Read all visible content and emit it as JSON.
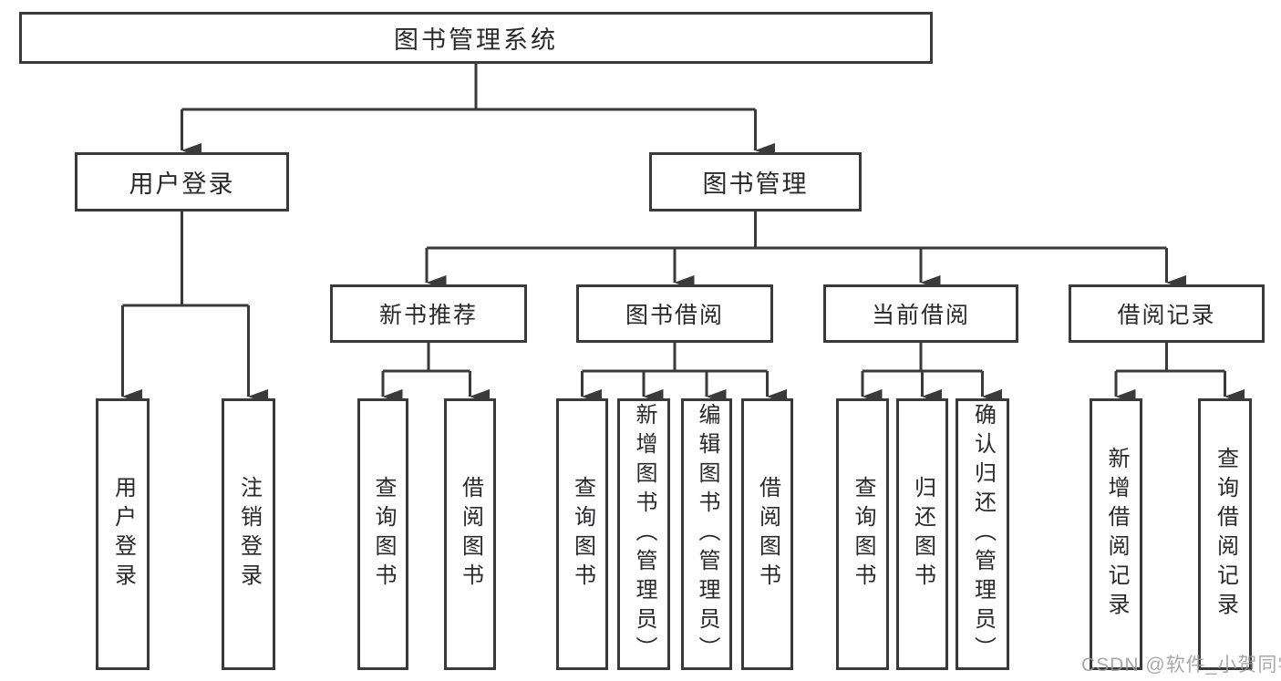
{
  "diagram": {
    "root": "图书管理系统",
    "level2": {
      "user_login": "用户登录",
      "book_management": "图书管理"
    },
    "level3": {
      "new_book_recommend": "新书推荐",
      "book_borrow": "图书借阅",
      "current_borrow": "当前借阅",
      "borrow_record": "借阅记录"
    },
    "leaves": {
      "user_login_children": [
        "用户登录",
        "注销登录"
      ],
      "new_book_children": [
        "查询图书",
        "借阅图书"
      ],
      "book_borrow_children": [
        "查询图书",
        "新增图书（管理员）",
        "编辑图书（管理员）",
        "借阅图书"
      ],
      "current_borrow_children": [
        "查询图书",
        "归还图书",
        "确认归还（管理员）"
      ],
      "borrow_record_children": [
        "新增借阅记录",
        "查询借阅记录"
      ]
    },
    "colors": {
      "line": "#3a3a3c",
      "text": "#29292b",
      "watermark": "#9b9b9b"
    }
  },
  "watermark": "CSDN @软件_小贺同学"
}
